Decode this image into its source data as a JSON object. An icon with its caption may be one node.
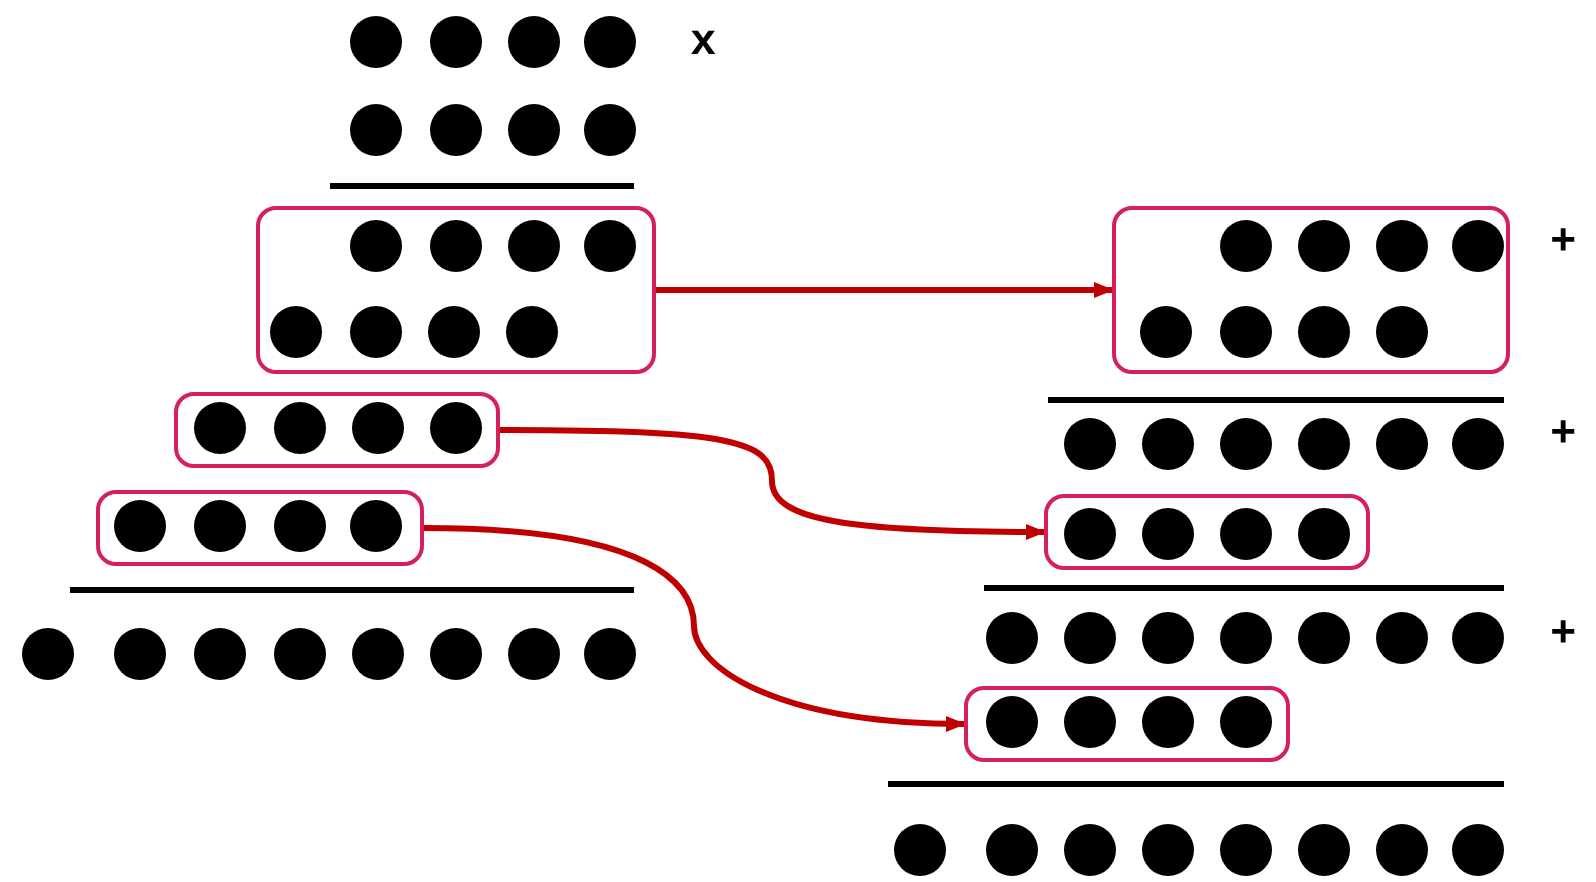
{
  "diagram": {
    "nodes": [
      {
        "text": [],
        "shape": "box"
      },
      {
        "text": [],
        "shape": "box"
      },
      {
        "text": [],
        "shape": "box"
      },
      {
        "text": [],
        "shape": "box"
      },
      {
        "text": [],
        "shape": "box"
      },
      {
        "text": [],
        "shape": "box"
      }
    ],
    "edges": [
      {
        "from": 0,
        "to": 1,
        "arrow": "to",
        "color": "#c00000"
      },
      {
        "from": 2,
        "to": 4,
        "arrow": "to",
        "color": "#c00000"
      },
      {
        "from": 3,
        "to": 5,
        "arrow": "to",
        "color": "#c00000"
      }
    ],
    "labels": [
      "x",
      "+",
      "+",
      "+"
    ]
  }
}
